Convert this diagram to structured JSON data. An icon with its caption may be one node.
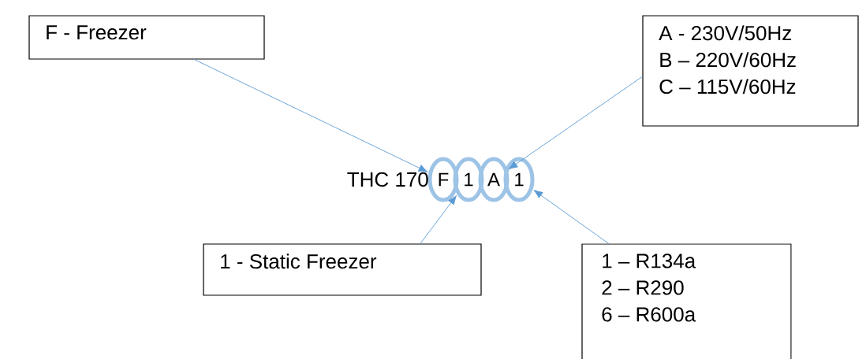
{
  "diagram": {
    "nodes": [
      {
        "text": [
          "F - Freezer"
        ]
      },
      {
        "text": [
          "A - 230V/50Hz",
          "B – 220V/60Hz",
          "C – 115V/60Hz"
        ]
      },
      {
        "text": [
          "F"
        ]
      },
      {
        "text": [
          "1"
        ]
      },
      {
        "text": [
          "A"
        ]
      },
      {
        "text": [
          "1"
        ]
      },
      {
        "text": [
          "1 - Static Freezer"
        ]
      },
      {
        "text": [
          "1 – R134a",
          "2 – R290",
          "6 – R600a"
        ]
      }
    ],
    "edges": [
      {
        "from": 0,
        "to": 2,
        "arrow": "to"
      },
      {
        "from": 1,
        "to": 4,
        "arrow": "to"
      },
      {
        "from": 6,
        "to": 3,
        "arrow": "to"
      },
      {
        "from": 7,
        "to": 5,
        "arrow": "to"
      }
    ],
    "labels": [
      "THC 170"
    ]
  }
}
